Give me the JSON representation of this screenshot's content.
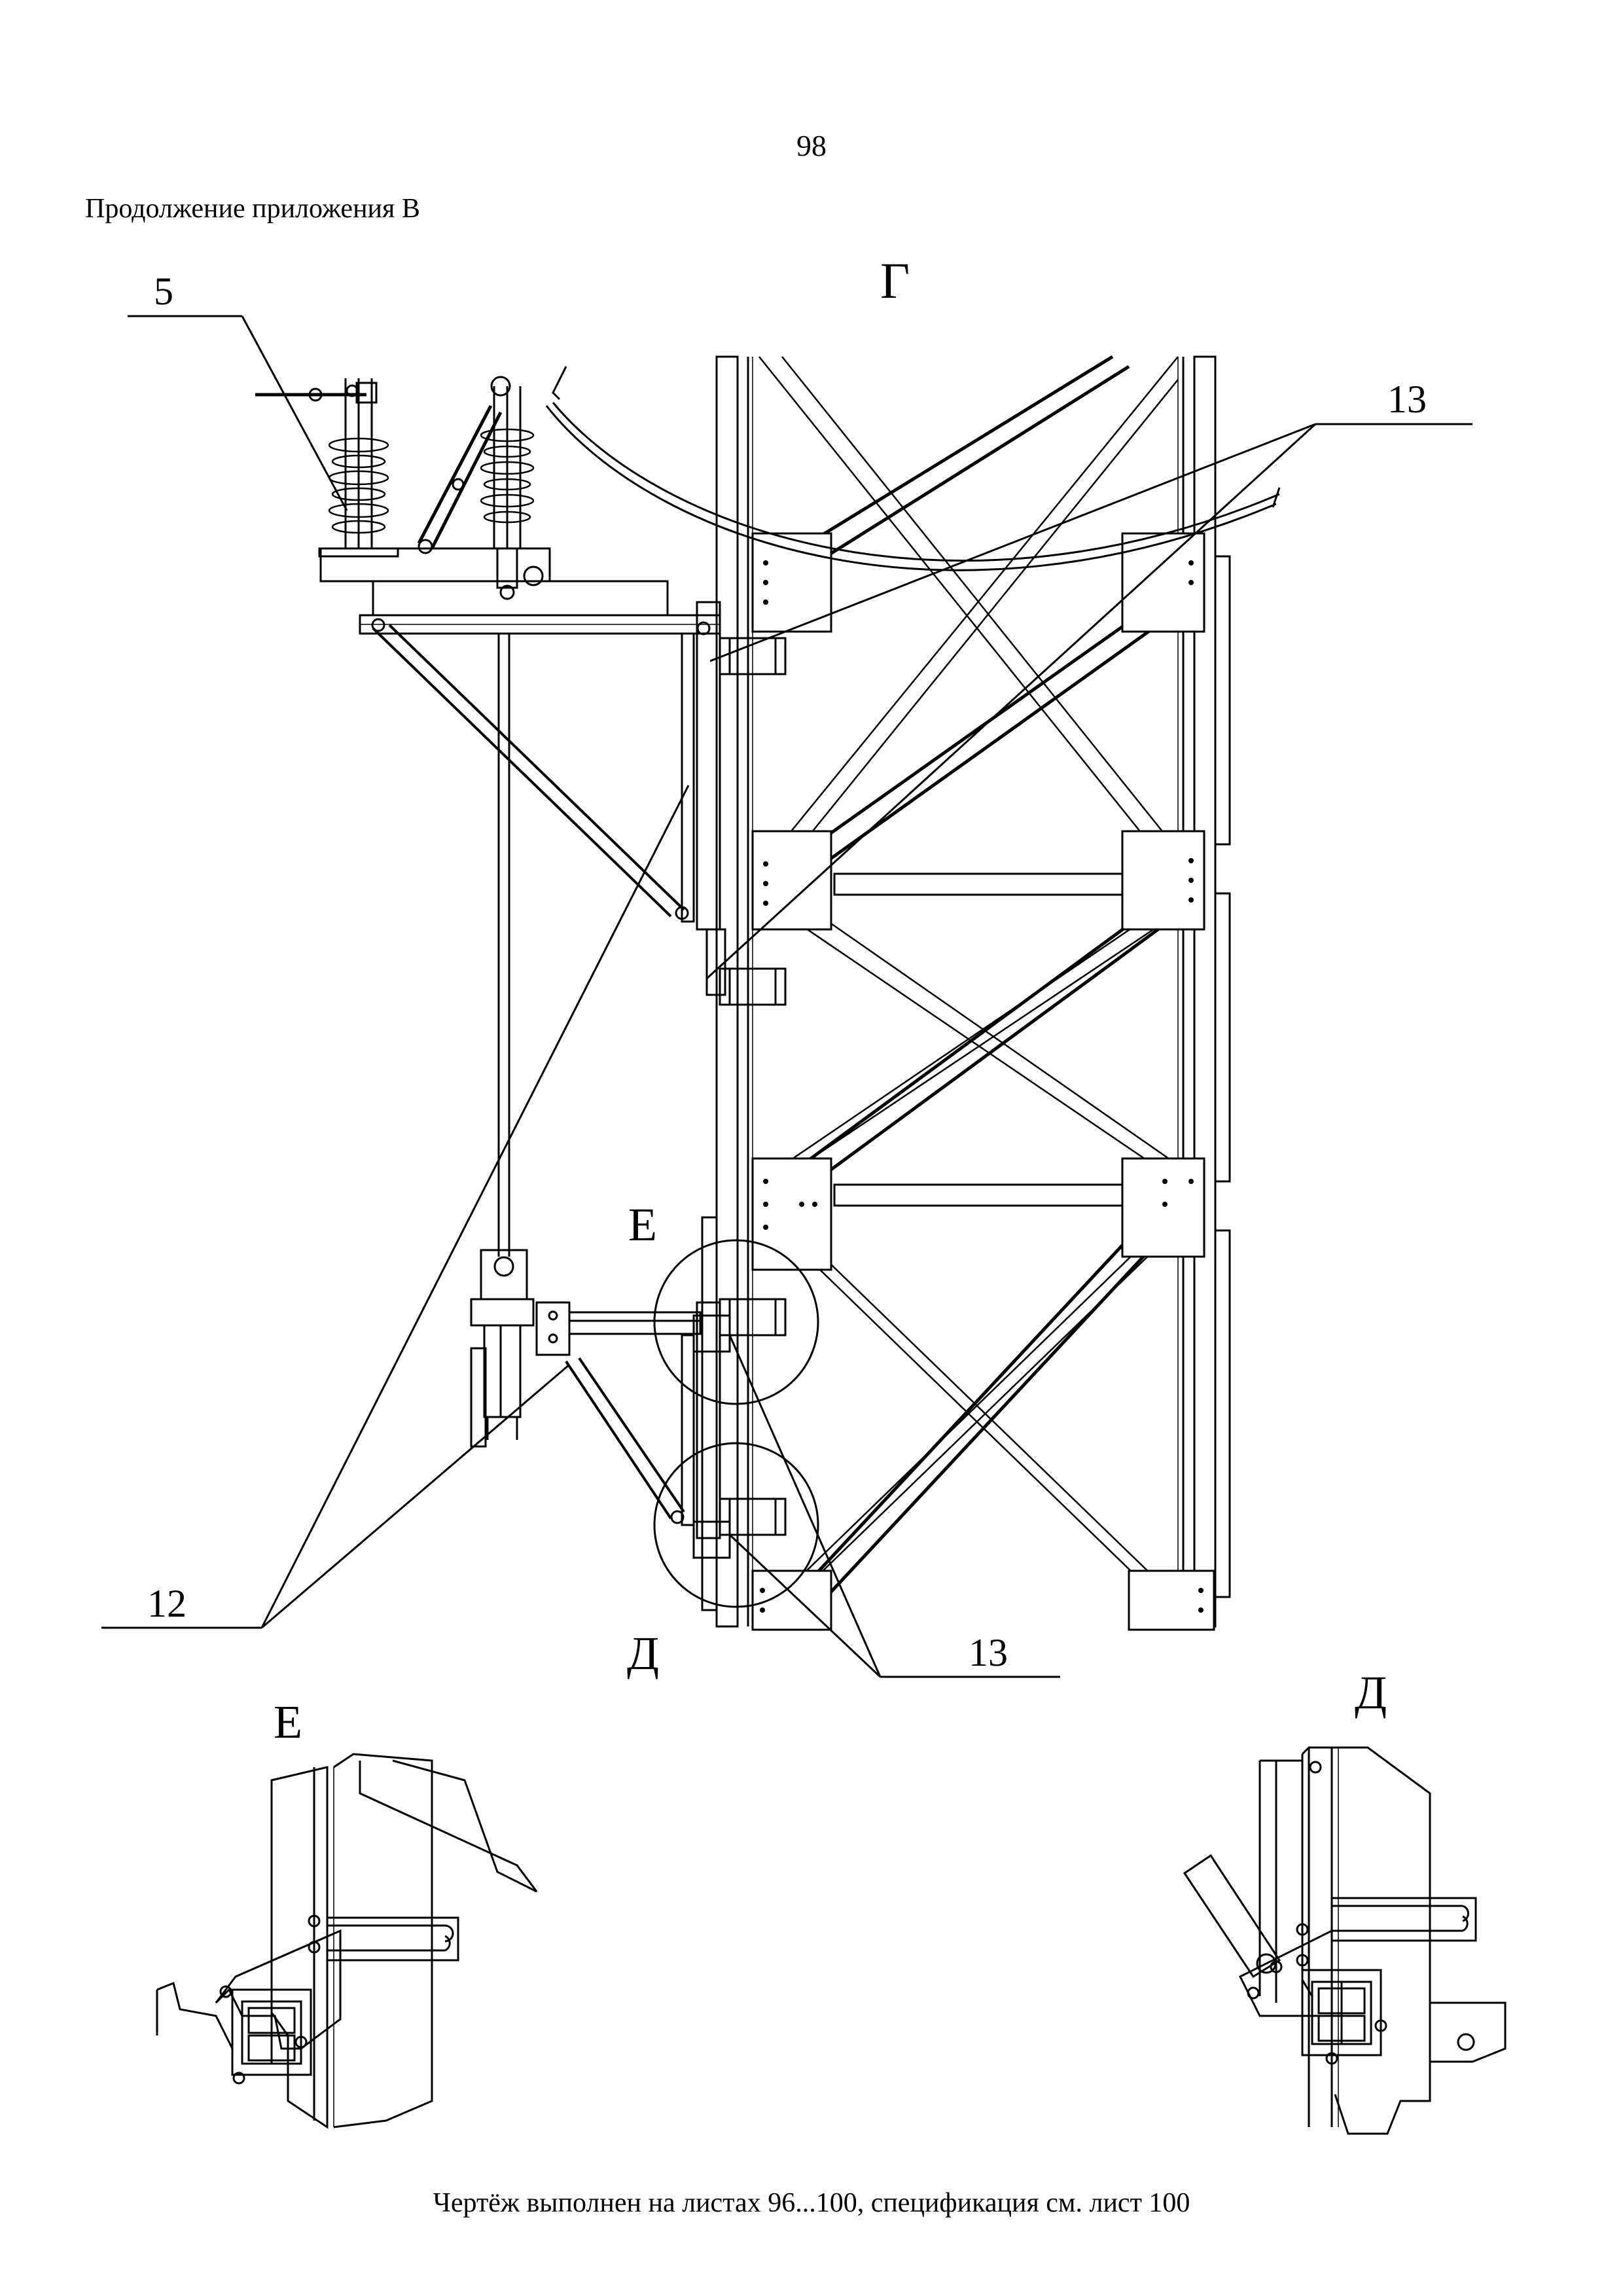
{
  "page": {
    "number": "98",
    "title": "Продолжение приложения В",
    "footer": "Чертёж выполнен на листах 96...100, спецификация см. лист 100"
  },
  "drawing": {
    "view_labels": {
      "main": "Г",
      "detail_e_marker": "Е",
      "detail_d_marker": "Д",
      "detail_e_title": "Е",
      "detail_d_title": "Д"
    },
    "callouts": {
      "item_5": "5",
      "item_13_top": "13",
      "item_12": "12",
      "item_13_bottom": "13"
    }
  }
}
